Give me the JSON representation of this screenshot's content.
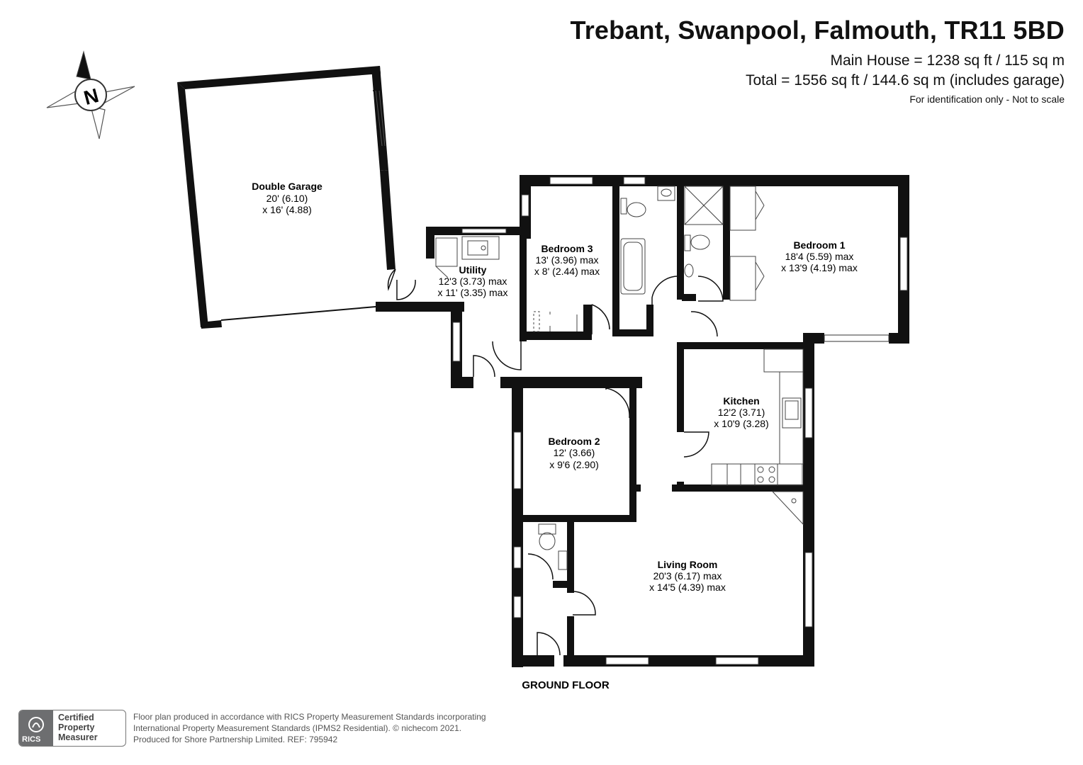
{
  "header": {
    "title": "Trebant, Swanpool, Falmouth, TR11 5BD",
    "main_house": "Main House = 1238 sq ft / 115 sq m",
    "total": "Total = 1556 sq ft / 144.6 sq m (includes garage)",
    "note": "For identification only - Not to scale"
  },
  "compass": {
    "letter": "N"
  },
  "floor_label": "GROUND FLOOR",
  "rooms": {
    "garage": {
      "name": "Double Garage",
      "dim1": "20' (6.10)",
      "dim2": "x 16' (4.88)"
    },
    "utility": {
      "name": "Utility",
      "dim1": "12'3 (3.73) max",
      "dim2": "x 11' (3.35) max"
    },
    "bedroom3": {
      "name": "Bedroom 3",
      "dim1": "13' (3.96) max",
      "dim2": "x 8' (2.44) max"
    },
    "bedroom1": {
      "name": "Bedroom 1",
      "dim1": "18'4 (5.59) max",
      "dim2": "x 13'9 (4.19) max"
    },
    "kitchen": {
      "name": "Kitchen",
      "dim1": "12'2 (3.71)",
      "dim2": "x 10'9 (3.28)"
    },
    "bedroom2": {
      "name": "Bedroom 2",
      "dim1": "12' (3.66)",
      "dim2": "x 9'6 (2.90)"
    },
    "living": {
      "name": "Living Room",
      "dim1": "20'3 (6.17) max",
      "dim2": "x 14'5 (4.39) max"
    }
  },
  "footer": {
    "badge": [
      "Certified",
      "Property",
      "Measurer"
    ],
    "badge_brand": "RICS",
    "line1": "Floor plan produced in accordance with RICS Property Measurement Standards incorporating",
    "line2": "International Property Measurement Standards (IPMS2 Residential).   © nichecom 2021.",
    "line3": "Produced for Shore Partnership Limited.   REF:  795942"
  }
}
